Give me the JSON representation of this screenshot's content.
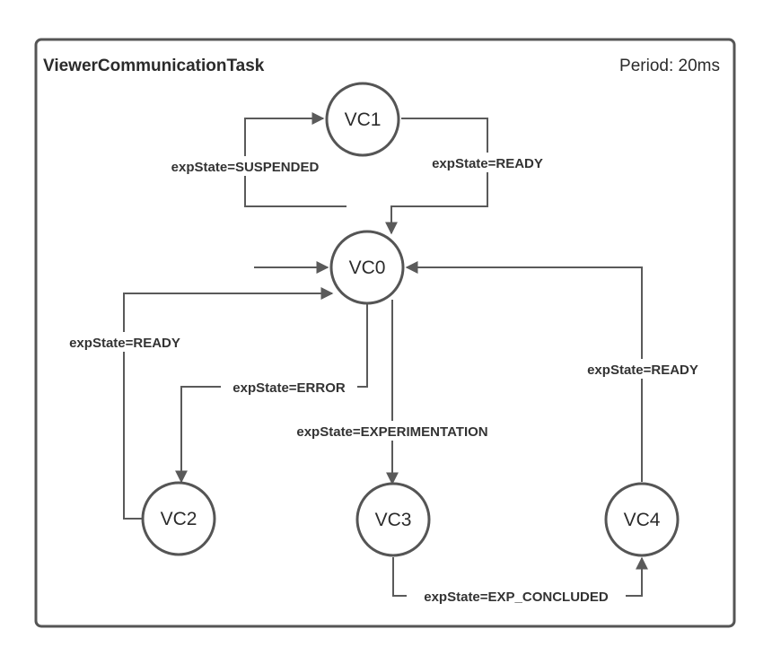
{
  "diagram": {
    "title": "ViewerCommunicationTask",
    "period": "Period: 20ms",
    "states": {
      "vc0": "VC0",
      "vc1": "VC1",
      "vc2": "VC2",
      "vc3": "VC3",
      "vc4": "VC4"
    },
    "transitions": {
      "vc0_to_vc1": "expState=SUSPENDED",
      "vc1_to_vc0": "expState=READY",
      "vc2_to_vc0": "expState=READY",
      "vc0_to_vc2": "expState=ERROR",
      "vc0_to_vc3": "expState=EXPERIMENTATION",
      "vc3_to_vc4": "expState=EXP_CONCLUDED",
      "vc4_to_vc0": "expState=READY"
    }
  }
}
